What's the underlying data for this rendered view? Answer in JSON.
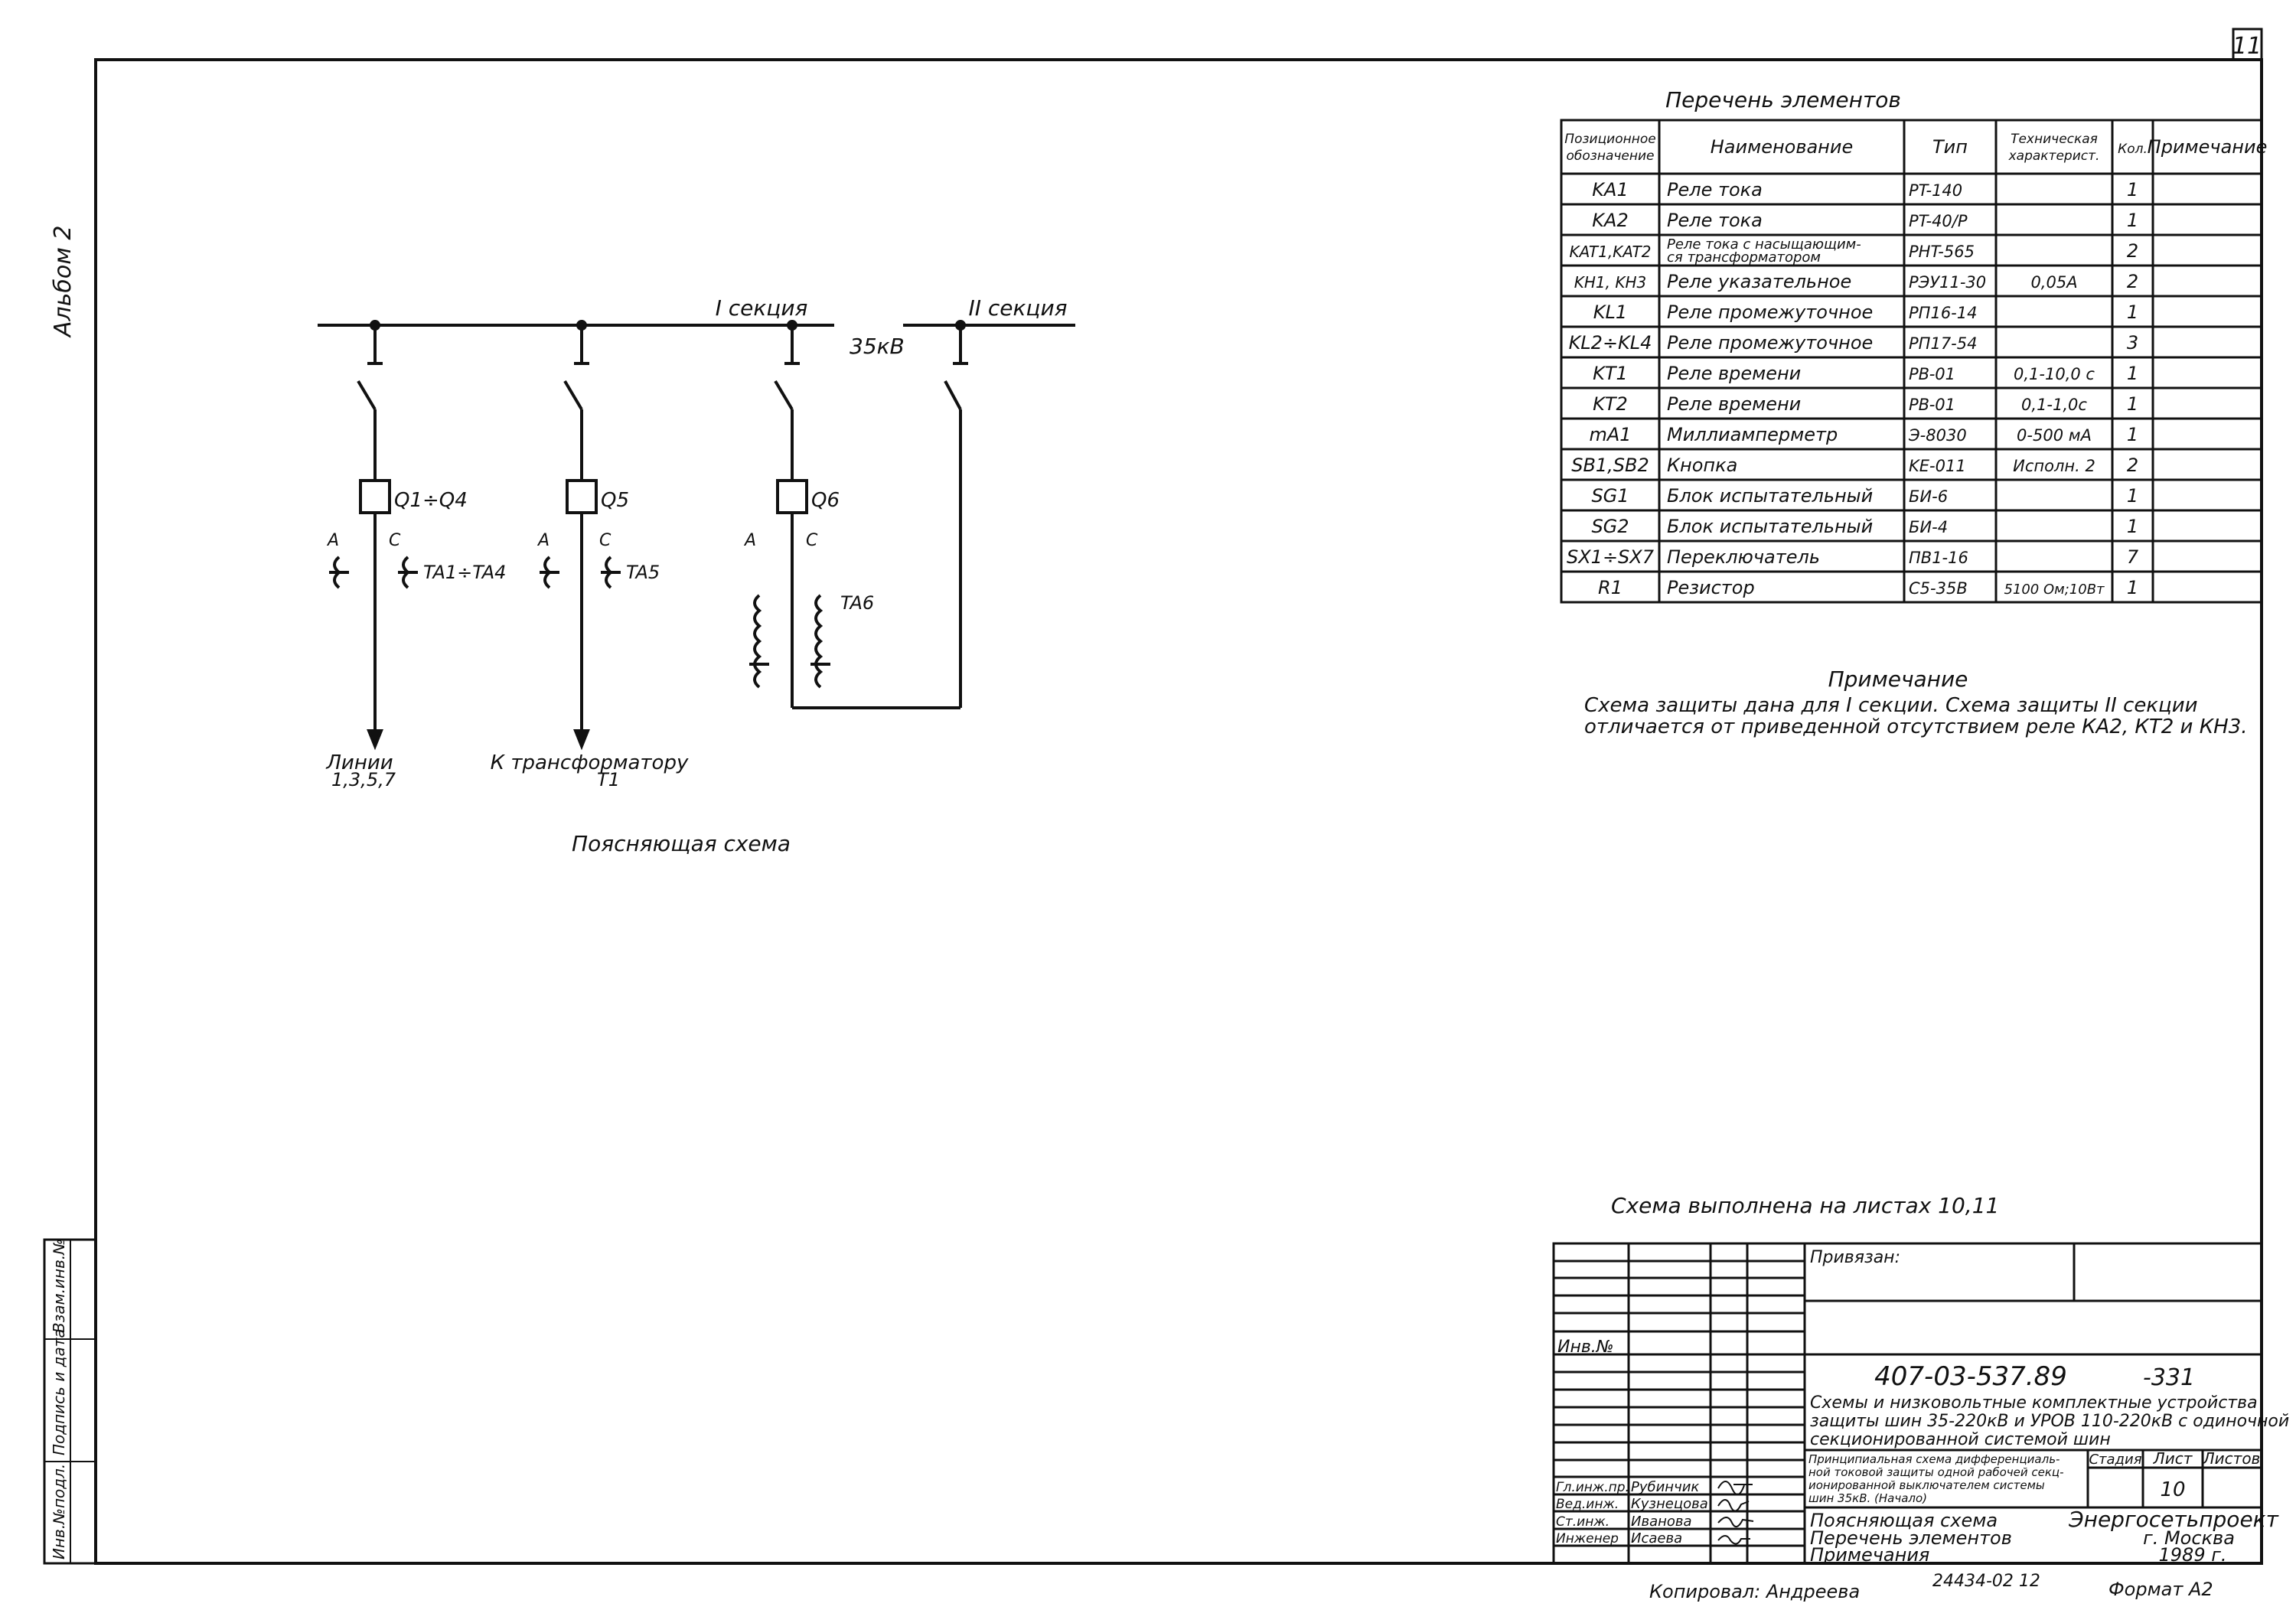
{
  "sheet_number": "11",
  "album_label": "Альбом 2",
  "side_stamp": {
    "inv_podl": "Инв.№подл.",
    "signature_date": "Подпись и дата",
    "vzam_inv": "Взам.инв.№"
  },
  "diagram": {
    "bus_label_1": "I секция",
    "bus_label_2": "II секция",
    "voltage": "35кВ",
    "feeders": [
      {
        "breaker": "Q1÷Q4",
        "ta": "TA1÷TA4",
        "phase_a": "A",
        "phase_c": "C",
        "dest": "Линии",
        "dest2": "1,3,5,7"
      },
      {
        "breaker": "Q5",
        "ta": "TA5",
        "phase_a": "A",
        "phase_c": "C",
        "dest": "К трансформатору",
        "dest2": "T1"
      },
      {
        "breaker": "Q6",
        "ta": "TA6",
        "phase_a": "A",
        "phase_c": "C",
        "dest": "",
        "dest2": ""
      }
    ],
    "caption": "Поясняющая схема"
  },
  "elements_table": {
    "title": "Перечень элементов",
    "headers": [
      "Позиционное обозначение",
      "Наименование",
      "Тип",
      "Техническая характерист.",
      "Кол.",
      "Примечание"
    ],
    "rows": [
      [
        "KA1",
        "Реле тока",
        "PT-140",
        "",
        "1",
        ""
      ],
      [
        "KA2",
        "Реле тока",
        "PT-40/P",
        "",
        "1",
        ""
      ],
      [
        "KAT1,KAT2",
        "Реле тока с насыщающим-ся трансформатором",
        "PHT-565",
        "",
        "2",
        ""
      ],
      [
        "KH1, KH3",
        "Реле указательное",
        "РЭУ11-30",
        "0,05А",
        "2",
        ""
      ],
      [
        "KL1",
        "Реле промежуточное",
        "РП16-14",
        "",
        "1",
        ""
      ],
      [
        "KL2÷KL4",
        "Реле промежуточное",
        "РП17-54",
        "",
        "3",
        ""
      ],
      [
        "KT1",
        "Реле времени",
        "PB-01",
        "0,1-10,0 с",
        "1",
        ""
      ],
      [
        "KT2",
        "Реле времени",
        "PB-01",
        "0,1-1,0с",
        "1",
        ""
      ],
      [
        "mA1",
        "Миллиамперметр",
        "Э-8030",
        "0-500 мА",
        "1",
        ""
      ],
      [
        "SB1,SB2",
        "Кнопка",
        "KE-011",
        "Исполн. 2",
        "2",
        ""
      ],
      [
        "SG1",
        "Блок испытательный",
        "БИ-6",
        "",
        "1",
        ""
      ],
      [
        "SG2",
        "Блок испытательный",
        "БИ-4",
        "",
        "1",
        ""
      ],
      [
        "SX1÷SX7",
        "Переключатель",
        "ПВ1-16",
        "",
        "7",
        ""
      ],
      [
        "R1",
        "Резистор",
        "C5-35B",
        "5100 Ом;10Вт",
        "1",
        ""
      ]
    ]
  },
  "note": {
    "title": "Примечание",
    "line1": "Схема защиты дана для I секции. Схема защиты II секции",
    "line2": "отличается от приведенной отсутствием реле КА2, КТ2 и КН3."
  },
  "sheets_note": "Схема выполнена на листах 10,11",
  "title_block": {
    "privyazan": "Привязан:",
    "inv_no": "Инв.№",
    "doc_code": "407-03-537.89",
    "doc_suffix": "-331",
    "project_title_1": "Схемы и низковольтные комплектные устройства",
    "project_title_2": "защиты шин 35-220кВ и УРОВ 110-220кВ с одиночной",
    "project_title_3": "секционированной системой шин",
    "sheet_desc_1": "Принципиальная схема дифференциаль-",
    "sheet_desc_2": "ной токовой защиты одной рабочей секц-",
    "sheet_desc_3": "ионированной выключателем системы",
    "sheet_desc_4": "шин 35кВ. (Начало)",
    "stadia_label": "Стадия",
    "list_label": "Лист",
    "listov_label": "Листов",
    "list_value": "10",
    "staff": [
      {
        "role": "Гл.инж.пр.",
        "name": "Рубинчик"
      },
      {
        "role": "Вед.инж.",
        "name": "Кузнецова"
      },
      {
        "role": "Ст.инж.",
        "name": "Иванова"
      },
      {
        "role": "Инженер",
        "name": "Исаева"
      }
    ],
    "contents_1": "Поясняющая схема",
    "contents_2": "Перечень элементов",
    "contents_3": "Примечания",
    "org_1": "Энергосетьпроект",
    "org_2": "г. Москва",
    "org_3": "1989 г."
  },
  "footer": {
    "copied": "Копировал: Андреева",
    "archive": "24434-02 12",
    "format": "Формат А2"
  }
}
